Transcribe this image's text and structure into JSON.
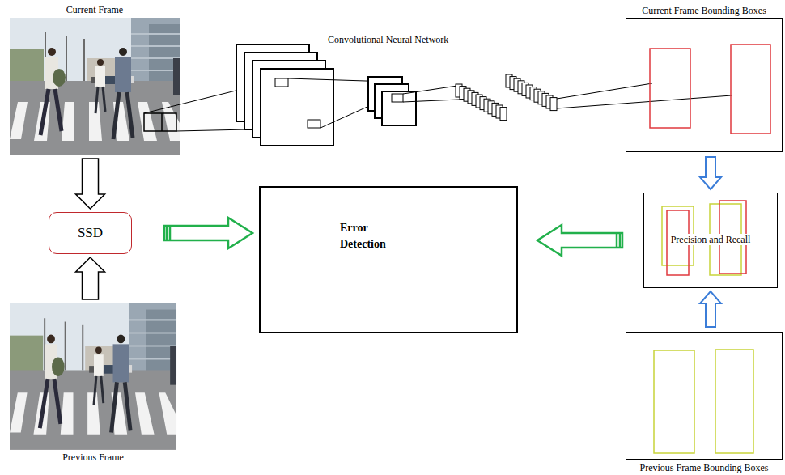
{
  "diagram": {
    "nodes": [
      {
        "text": [
          "Current Frame"
        ]
      },
      {
        "text": [
          "Current Frame Bounding Boxes"
        ]
      },
      {
        "text": [
          "SSD"
        ]
      },
      {
        "text": [
          "Error Detection"
        ]
      },
      {
        "text": [
          "Precision and Recall"
        ]
      },
      {
        "text": [
          "Previous Frame"
        ]
      },
      {
        "text": [
          "Previous Frame Bounding Boxes"
        ]
      }
    ],
    "edges": [
      {
        "from": 0,
        "to": 2,
        "arrow": "to"
      },
      {
        "from": 5,
        "to": 2,
        "arrow": "to"
      },
      {
        "from": 2,
        "to": 3,
        "arrow": "to"
      },
      {
        "from": 4,
        "to": 3,
        "arrow": "to"
      },
      {
        "from": 1,
        "to": 4,
        "arrow": "to"
      },
      {
        "from": 6,
        "to": 4,
        "arrow": "to"
      }
    ],
    "labels": [
      "Convolutional Neural Network"
    ]
  }
}
